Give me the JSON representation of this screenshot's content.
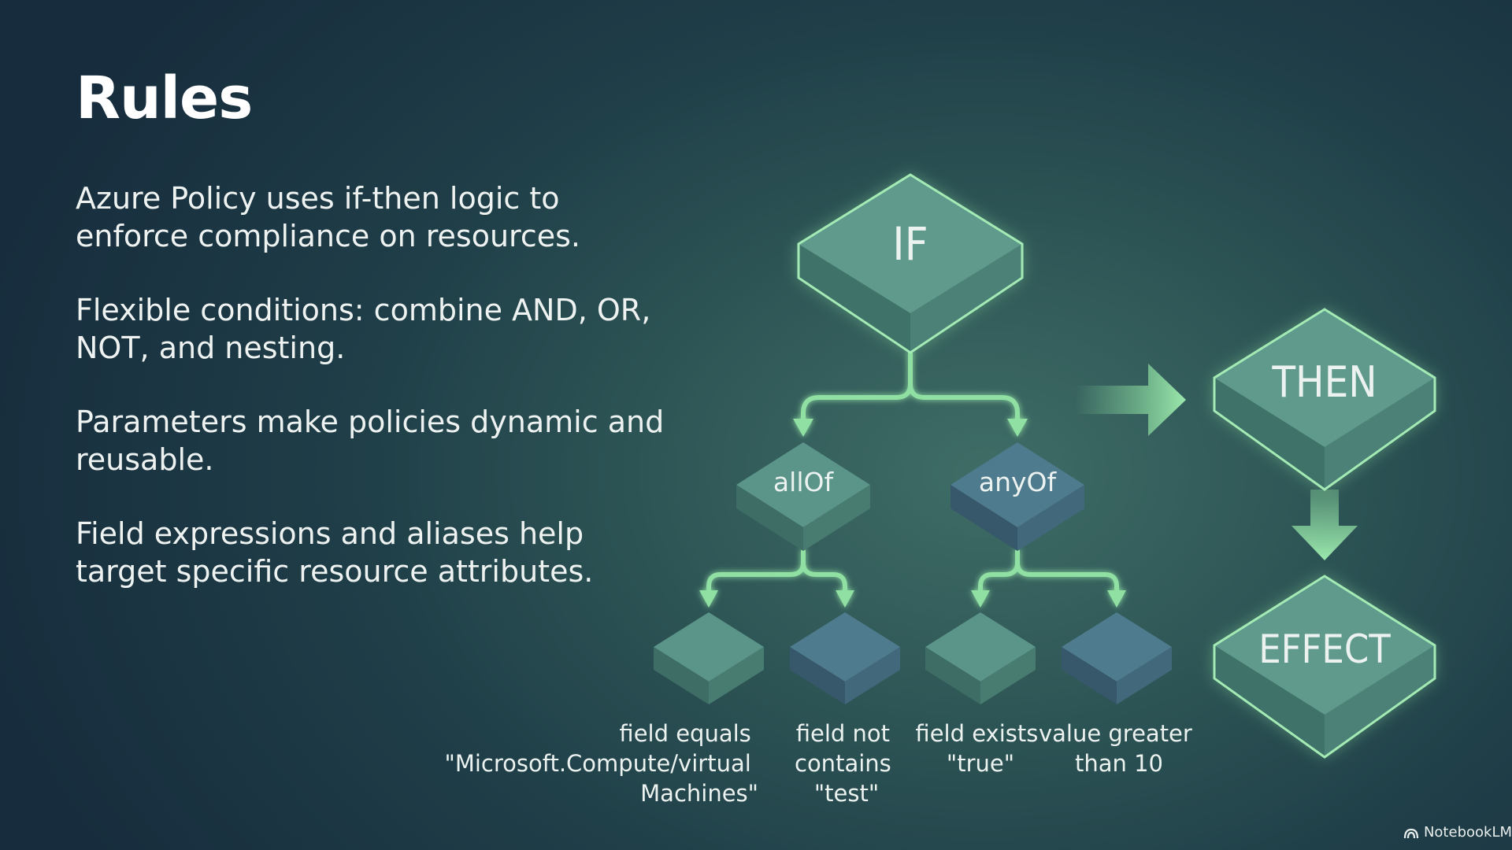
{
  "slide": {
    "title": "Rules",
    "bullets": [
      "Azure Policy uses if-then logic to enforce compliance on resources.",
      "Flexible conditions: combine AND, OR, NOT, and nesting.",
      "Parameters make policies dynamic and reusable.",
      "Field expressions and aliases help target specific resource attributes."
    ]
  },
  "diagram": {
    "if_label": "IF",
    "then_label": "THEN",
    "effect_label": "EFFECT",
    "allof_label": "allOf",
    "anyof_label": "anyOf",
    "leaves": [
      {
        "lines": [
          "field equals",
          "\"Microsoft.Compute/virtual",
          "Machines\""
        ]
      },
      {
        "lines": [
          "field not",
          "contains",
          "\"test\""
        ]
      },
      {
        "lines": [
          "field exists",
          "\"true\""
        ]
      },
      {
        "lines": [
          "value greater",
          "than 10"
        ]
      }
    ]
  },
  "footer": {
    "brand": "NotebookLM",
    "icon": "notebooklm-logo-icon"
  },
  "colors": {
    "accent": "#8fe0a2",
    "block_light": "#5b9488",
    "block_dark": "#4a7286"
  }
}
